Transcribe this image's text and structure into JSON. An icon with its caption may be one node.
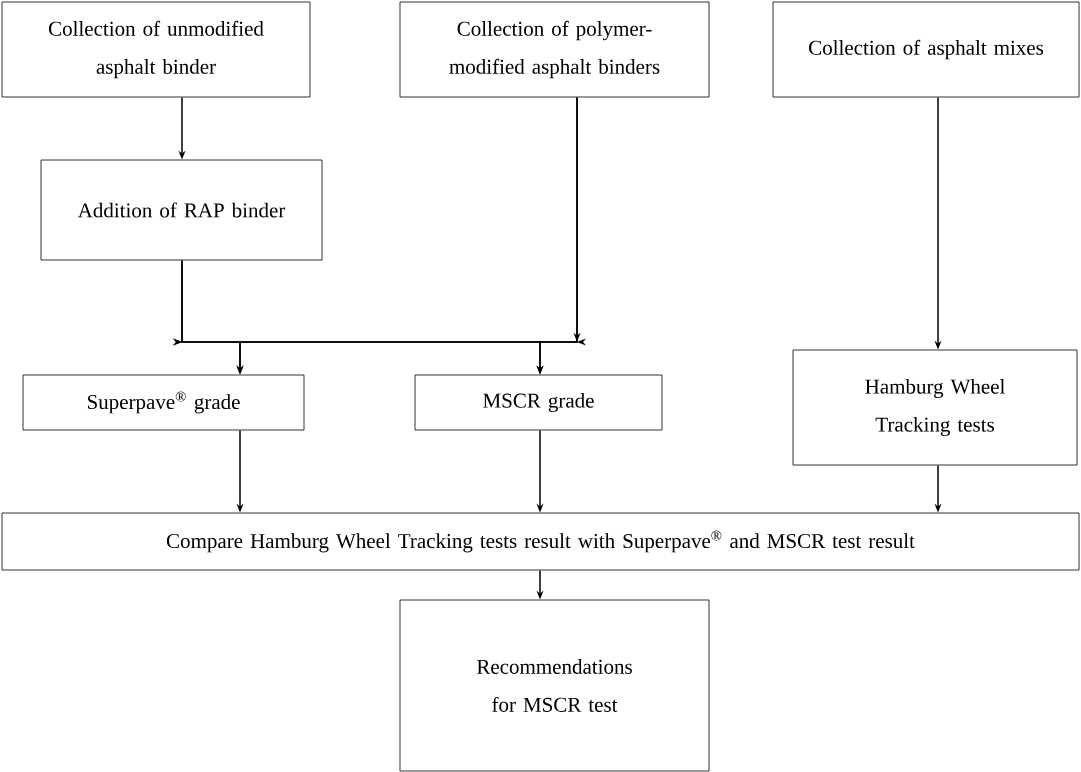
{
  "diagram": {
    "nodes": [
      {
        "text": [
          "Collection of unmodified asphalt binder"
        ]
      },
      {
        "text": [
          "Collection of polymer-modified asphalt binders"
        ]
      },
      {
        "text": [
          "Collection of asphalt mixes"
        ]
      },
      {
        "text": [
          "Addition of RAP binder"
        ]
      },
      {
        "text": [
          "Superpave$^{®}$ grade"
        ]
      },
      {
        "text": [
          "MSCR grade"
        ]
      },
      {
        "text": [
          "Hamburg Wheel Tracking tests"
        ]
      },
      {
        "text": [
          "Compare Hamburg Wheel Tracking tests result with Superpave$^{®}$ and MSCR test result"
        ]
      },
      {
        "text": [
          "Recommendations for MSCR test"
        ]
      }
    ],
    "edges": [
      {
        "from": 0,
        "to": 3,
        "arrow": "to"
      },
      {
        "from": 3,
        "to": 4,
        "arrow": "to"
      },
      {
        "from": 3,
        "to": 5,
        "arrow": "to"
      },
      {
        "from": 1,
        "to": 4,
        "arrow": "to"
      },
      {
        "from": 1,
        "to": 5,
        "arrow": "to"
      },
      {
        "from": 2,
        "to": 6,
        "arrow": "to"
      },
      {
        "from": 4,
        "to": 7,
        "arrow": "to"
      },
      {
        "from": 5,
        "to": 7,
        "arrow": "to"
      },
      {
        "from": 6,
        "to": 7,
        "arrow": "to"
      },
      {
        "from": 7,
        "to": 8,
        "arrow": "to"
      }
    ]
  }
}
